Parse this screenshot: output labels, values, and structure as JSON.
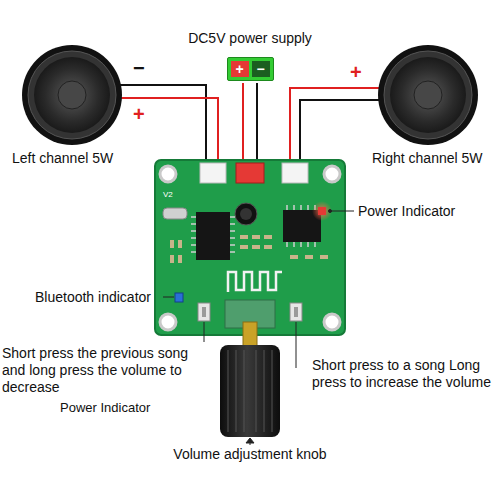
{
  "diagram": {
    "nodes": [
      {
        "text": [
          "+",
          "−"
        ]
      }
    ],
    "labels": [
      "Left channel 5W",
      "Right channel 5W",
      "DC5V power supply",
      "−",
      "+",
      "+",
      "Power Indicator",
      "Bluetooth indicator",
      "Short press the previous song and long press the volume to decrease",
      "Power Indicator",
      "Short press to a song Long press to increase the volume",
      "Volume adjustment knob",
      "V2"
    ]
  }
}
